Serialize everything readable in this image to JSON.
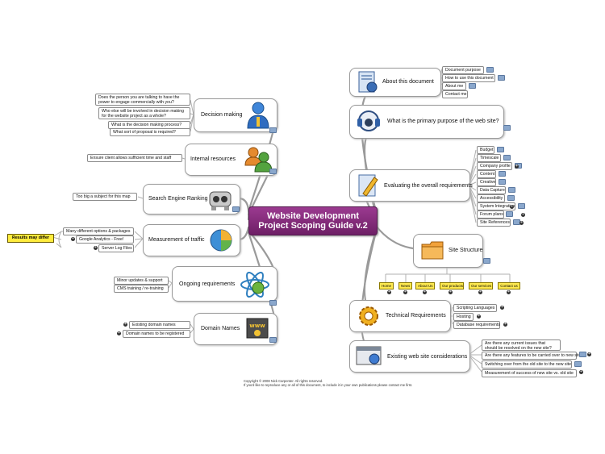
{
  "central": {
    "line1": "Website Development",
    "line2": "Project Scoping Guide v.2"
  },
  "note": "Results may differ",
  "copyright": {
    "line1": "Copyright © 2008 Nick Carpenter.  All rights reserved.",
    "line2": "If you'd like to reproduce any or all of this document, to include it in your own publications please contact me first."
  },
  "left_topics": [
    {
      "label": "Decision making",
      "icon": "person-icon",
      "items": [
        "Does the person you are talking to have the power to engage commercially with you?",
        "Who else will be involved in decision making for the website project as a whole?",
        "What is the decision making process?",
        "What sort of proposal is required?"
      ]
    },
    {
      "label": "Internal resources",
      "icon": "team-icon",
      "items": [
        "Ensure client allows sufficient time and staff"
      ]
    },
    {
      "label": "Search Engine Ranking",
      "icon": "robot-icon",
      "items": [
        "Too big a subject for this map"
      ]
    },
    {
      "label": "Measurement of traffic",
      "icon": "pie-chart-icon",
      "items": [
        "Many different options & packages",
        "Google Analytics - Free!",
        "Server Log Files"
      ]
    },
    {
      "label": "Ongoing requirements",
      "icon": "atom-icon",
      "items": [
        "Minor updates & support",
        "CMS training / re-training"
      ]
    },
    {
      "label": "Domain Names",
      "icon": "www-icon",
      "items": [
        "Existing domain names",
        "Domain names to be registered"
      ]
    }
  ],
  "right_topics": [
    {
      "label": "About this document",
      "icon": "document-icon",
      "items": [
        "Document purpose",
        "How to use this document",
        "About me",
        "Contact me"
      ]
    },
    {
      "label": "What is the primary purpose of the web site?",
      "icon": "headset-icon",
      "items": []
    },
    {
      "label": "Evaluating the overall requirements",
      "icon": "pencil-icon",
      "items": [
        "Budget",
        "Timescale",
        "Company profile",
        "Content",
        "Creative",
        "Data Capture",
        "Accessibility",
        "System Integration",
        "Forum plans",
        "Site References"
      ]
    },
    {
      "label": "Site Structure",
      "icon": "folder-icon",
      "items": [
        "Home",
        "News",
        "About Us",
        "Our products",
        "Our services",
        "Contact us"
      ]
    },
    {
      "label": "Technical Requirements",
      "icon": "gear-icon",
      "items": [
        "Scripting Languages",
        "Hosting",
        "Database requirements"
      ]
    },
    {
      "label": "Existing web site considerations",
      "icon": "browser-icon",
      "items": [
        "Are there any current issues that should be resolved on the new site?",
        "Are there any features to be carried over to new site?",
        "Switching over from the old site to the new site",
        "Measurement of success of new site vs. old site"
      ]
    }
  ],
  "colors": {
    "central": "#7e2874",
    "note": "#ffec3d",
    "tag": "#8aa7cc",
    "pill": "#ffe94f"
  }
}
